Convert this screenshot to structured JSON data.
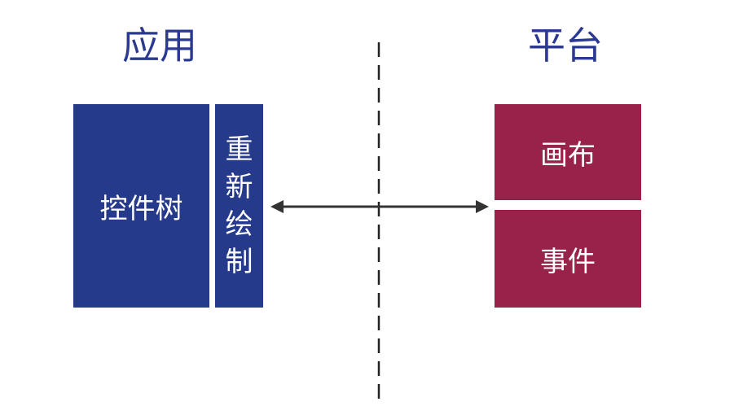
{
  "app_heading": "应用",
  "platform_heading": "平台",
  "app_boxes": {
    "widget_tree": "控件树",
    "repaint": "重新绘制"
  },
  "platform_boxes": {
    "canvas": "画布",
    "events": "事件"
  },
  "colors": {
    "heading": "#2b3990",
    "app_box": "#263a8c",
    "platform_box": "#99224a",
    "divider": "#222222",
    "arrow": "#333333"
  },
  "connector": "bidirectional-arrow"
}
